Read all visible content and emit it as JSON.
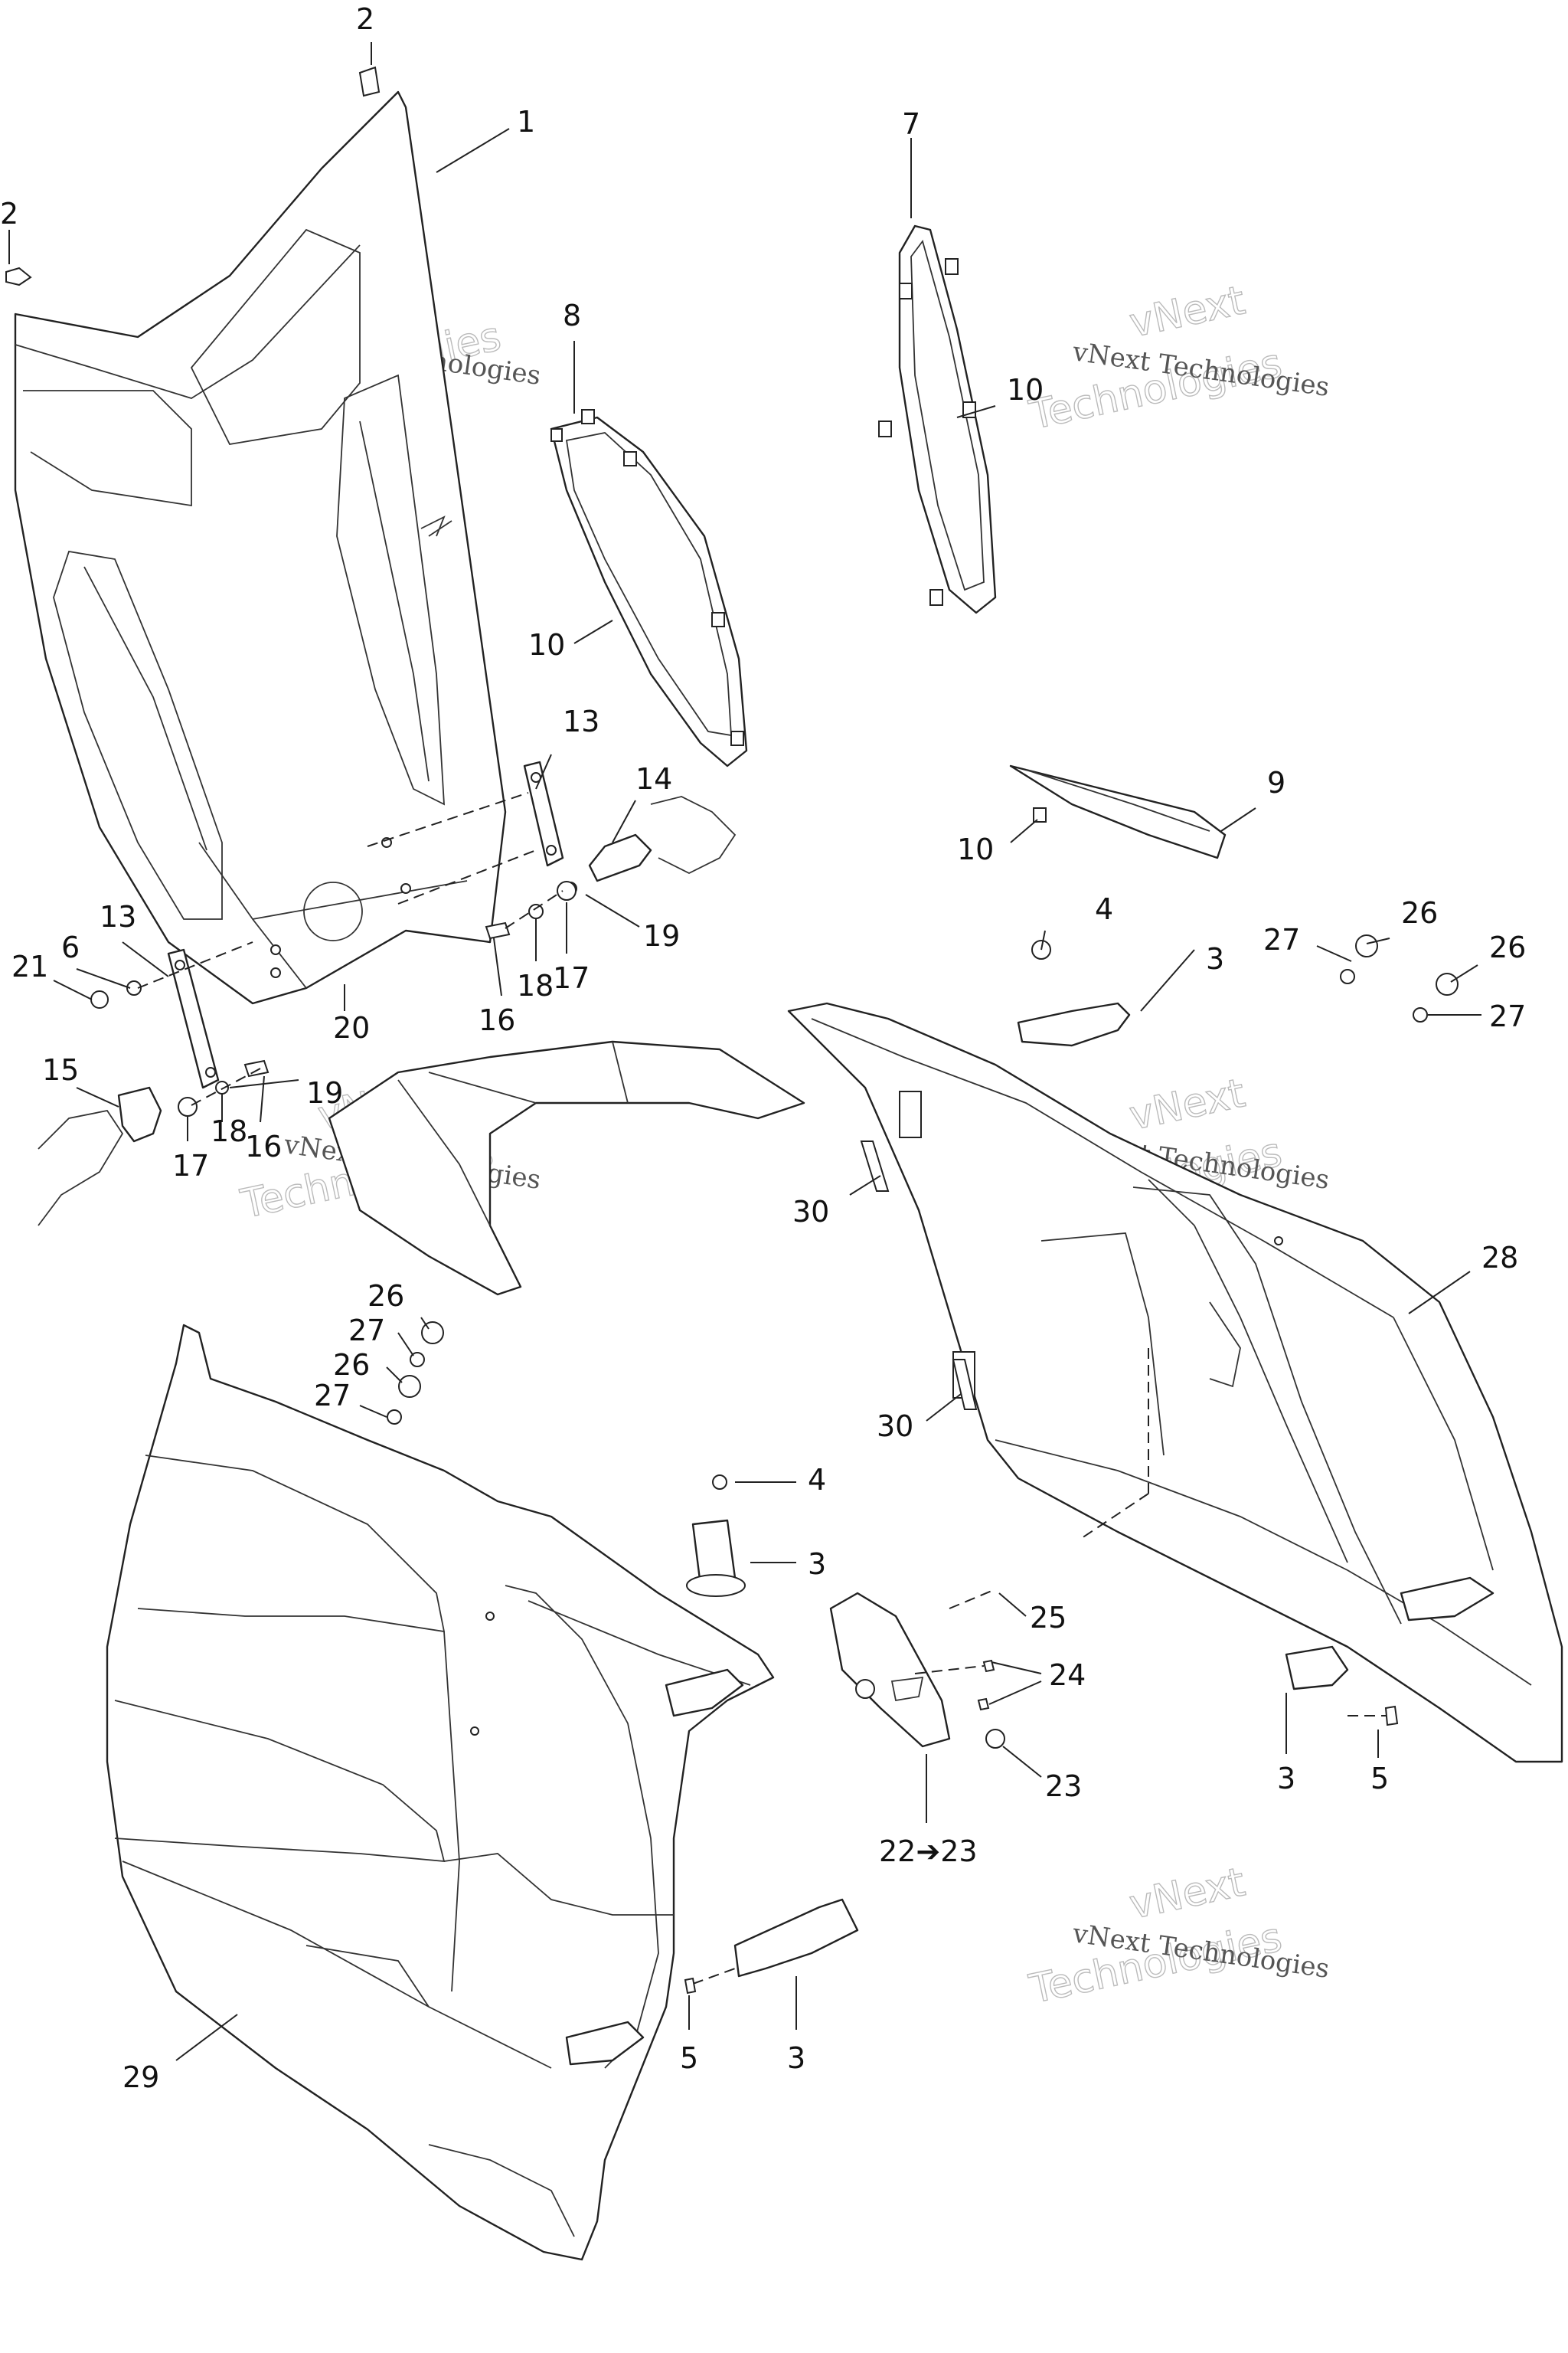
{
  "callouts": {
    "c1": "1",
    "c2a": "2",
    "c2b": "2",
    "c3a": "3",
    "c3b": "3",
    "c3c": "3",
    "c3d": "3",
    "c4a": "4",
    "c4b": "4",
    "c5a": "5",
    "c5b": "5",
    "c6": "6",
    "c7": "7",
    "c8": "8",
    "c9": "9",
    "c10a": "10",
    "c10b": "10",
    "c10c": "10",
    "c13a": "13",
    "c13b": "13",
    "c14": "14",
    "c15": "15",
    "c16a": "16",
    "c16b": "16",
    "c17a": "17",
    "c17b": "17",
    "c18a": "18",
    "c18b": "18",
    "c19a": "19",
    "c19b": "19",
    "c20": "20",
    "c21": "21",
    "c22": "22➔23",
    "c23": "23",
    "c24": "24",
    "c25": "25",
    "c26a": "26",
    "c26b": "26",
    "c26c": "26",
    "c26d": "26",
    "c27a": "27",
    "c27b": "27",
    "c27c": "27",
    "c27d": "27",
    "c28": "28",
    "c29": "29",
    "c30a": "30",
    "c30b": "30"
  },
  "watermark": {
    "line1": "vNext",
    "line2": "Technologies",
    "line3": "vNext Technologies"
  }
}
